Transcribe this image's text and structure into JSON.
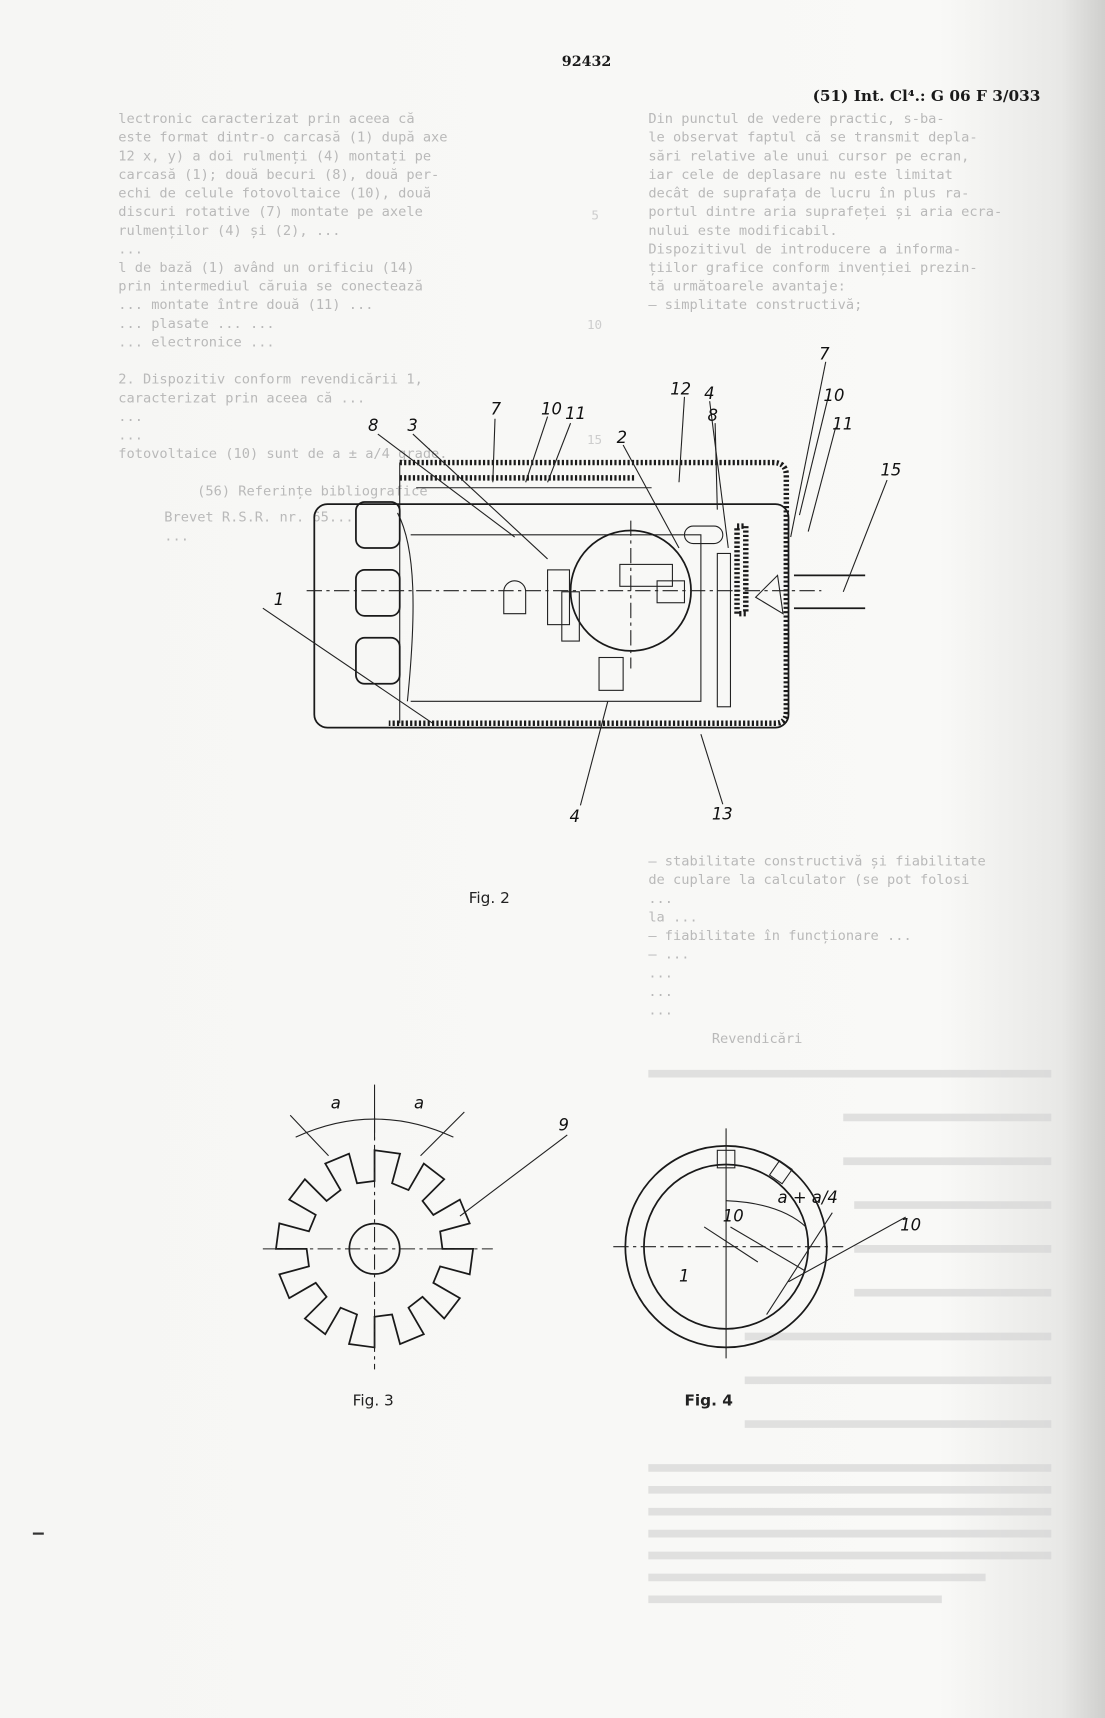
{
  "header": {
    "patent_number": "92432",
    "classification": "(51) Int. Cl⁴.: G 06 F 3/033"
  },
  "left_column": [
    "lectronic caracterizat prin aceea că",
    "este format dintr-o carcasă (1) după axe",
    "12 x, y) a doi rulmenți (4) montați pe",
    "carcasă (1); două becuri (8), două per-",
    "echi de celule fotovoltaice (10), două",
    "discuri rotative (7) montate pe axele",
    "rulmenților (4) și (2), ...",
    "...",
    "l de bază (1) având un orificiu (14)",
    "prin intermediul căruia se conectează",
    "... montate între două (11) ...",
    "... plasate ... ...",
    "... electronice ...",
    "2. Dispozitiv conform revendicării 1,",
    "caracterizat prin aceea că ...",
    "...",
    "...",
    "fotovoltaice (10) sunt de a ± a/4 grade.",
    "(56) Referințe bibliografice",
    "Brevet R.S.R. nr. 65...",
    "..."
  ],
  "right_column": [
    "Din punctul de vedere practic, s-ba-",
    "le observat faptul că se transmit depla-",
    "sări relative ale unui cursor pe ecran,",
    "iar cele de deplasare nu este limitat",
    "decât de suprafața de lucru în plus ra-",
    "portul dintre aria suprafeței și aria ecra-",
    "nului este modificabil.",
    "Dispozitivul de introducere a informa-",
    "țiilor grafice conform invenției prezin-",
    "tă următoarele avantaje:",
    "— simplitate constructivă;",
    "— stabilitate constructivă și fiabilitate",
    "de cuplare la calculator (se pot folosi",
    "...",
    "la ...",
    "— fiabilitate în funcționare ...",
    "— ...",
    "...",
    "...",
    "...",
    "Revendicări"
  ],
  "line_numbers": [
    "5",
    "10",
    "15"
  ],
  "figures": {
    "fig2": {
      "caption": "Fig. 2",
      "labels": [
        "8",
        "3",
        "7",
        "10",
        "11",
        "2",
        "12",
        "4",
        "8",
        "7",
        "10",
        "11",
        "15",
        "1",
        "4",
        "13"
      ]
    },
    "fig3": {
      "caption": "Fig. 3",
      "labels": [
        "a",
        "a",
        "9"
      ]
    },
    "fig4": {
      "caption": "Fig. 4",
      "labels": [
        "a + a/4",
        "10",
        "10",
        "1"
      ]
    }
  }
}
